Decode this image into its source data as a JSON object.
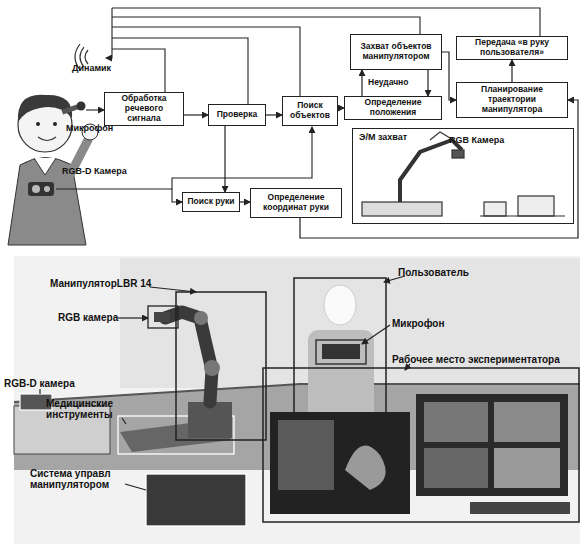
{
  "diagram": {
    "nodes": [
      {
        "text": [
          "Обработка речевого сигнала"
        ]
      },
      {
        "text": [
          "Проверка"
        ]
      },
      {
        "text": [
          "Поиск объектов"
        ]
      },
      {
        "text": [
          "Захват объектов манипулятором"
        ]
      },
      {
        "text": [
          "Определение положения"
        ]
      },
      {
        "text": [
          "Передача «в руку пользователя»"
        ]
      },
      {
        "text": [
          "Планирование траектории манипулятора"
        ]
      },
      {
        "text": [
          "Поиск руки"
        ]
      },
      {
        "text": [
          "Определение координат руки"
        ]
      },
      {
        "text": [
          "Э/М захват",
          "RGB Камера"
        ]
      }
    ],
    "edges": [
      {
        "from": 0,
        "to": 1,
        "arrow": "to"
      },
      {
        "from": 1,
        "to": 2,
        "arrow": "to"
      },
      {
        "from": 2,
        "to": 4,
        "arrow": "to"
      },
      {
        "from": 4,
        "to": 3,
        "arrow": "to"
      },
      {
        "from": 3,
        "to": 4,
        "label": "Неудачно",
        "arrow": "to"
      },
      {
        "from": 3,
        "to": 6,
        "arrow": "to"
      },
      {
        "from": 6,
        "to": 5,
        "arrow": "to"
      },
      {
        "from": 1,
        "to": 7,
        "arrow": "to"
      },
      {
        "from": 7,
        "to": 8,
        "arrow": "to"
      },
      {
        "from": 8,
        "to": 6,
        "arrow": "to"
      }
    ],
    "labels": [
      "Динамик",
      "Микрофон",
      "RGB-D Камера",
      "МанипуляторLBR 14",
      "Пользователь",
      "RGB камера",
      "Микрофон",
      "Рабочее место экспериментатора",
      "RGB-D камера",
      "Медицинские инструменты",
      "Система управл манипулятором"
    ]
  }
}
